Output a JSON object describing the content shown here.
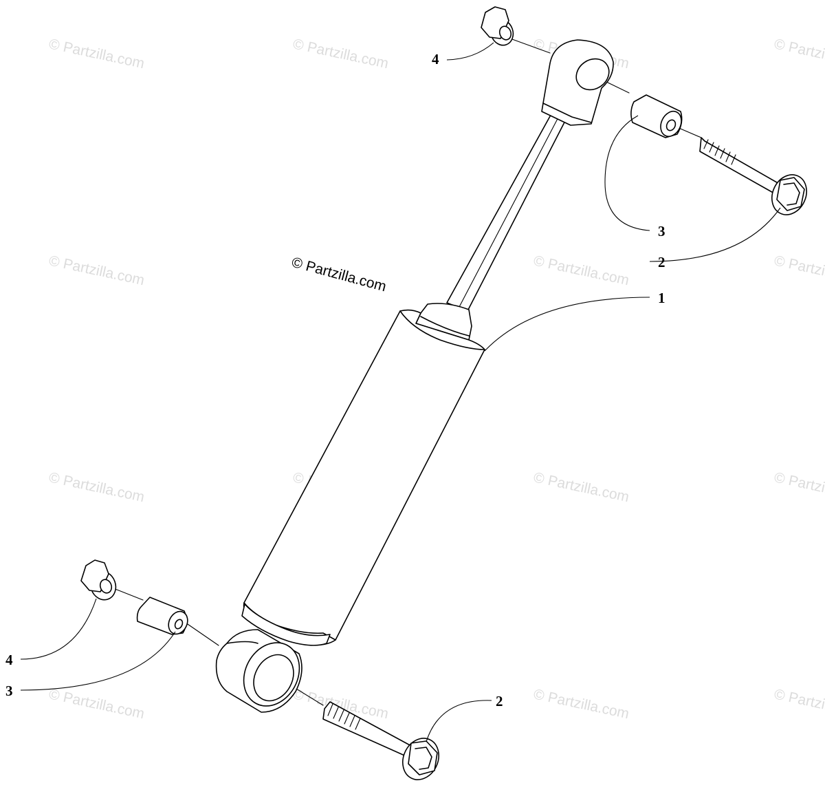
{
  "watermark": {
    "text": "© Partzilla.com",
    "color": "#dcdcdc"
  },
  "copyright": {
    "text": "© Partzilla.com"
  },
  "callouts": {
    "shock_absorber": "1",
    "bolt_top": "2",
    "bolt_bottom": "2",
    "bushing_top": "3",
    "bushing_bottom": "3",
    "nut_top": "4",
    "nut_bottom": "4"
  }
}
